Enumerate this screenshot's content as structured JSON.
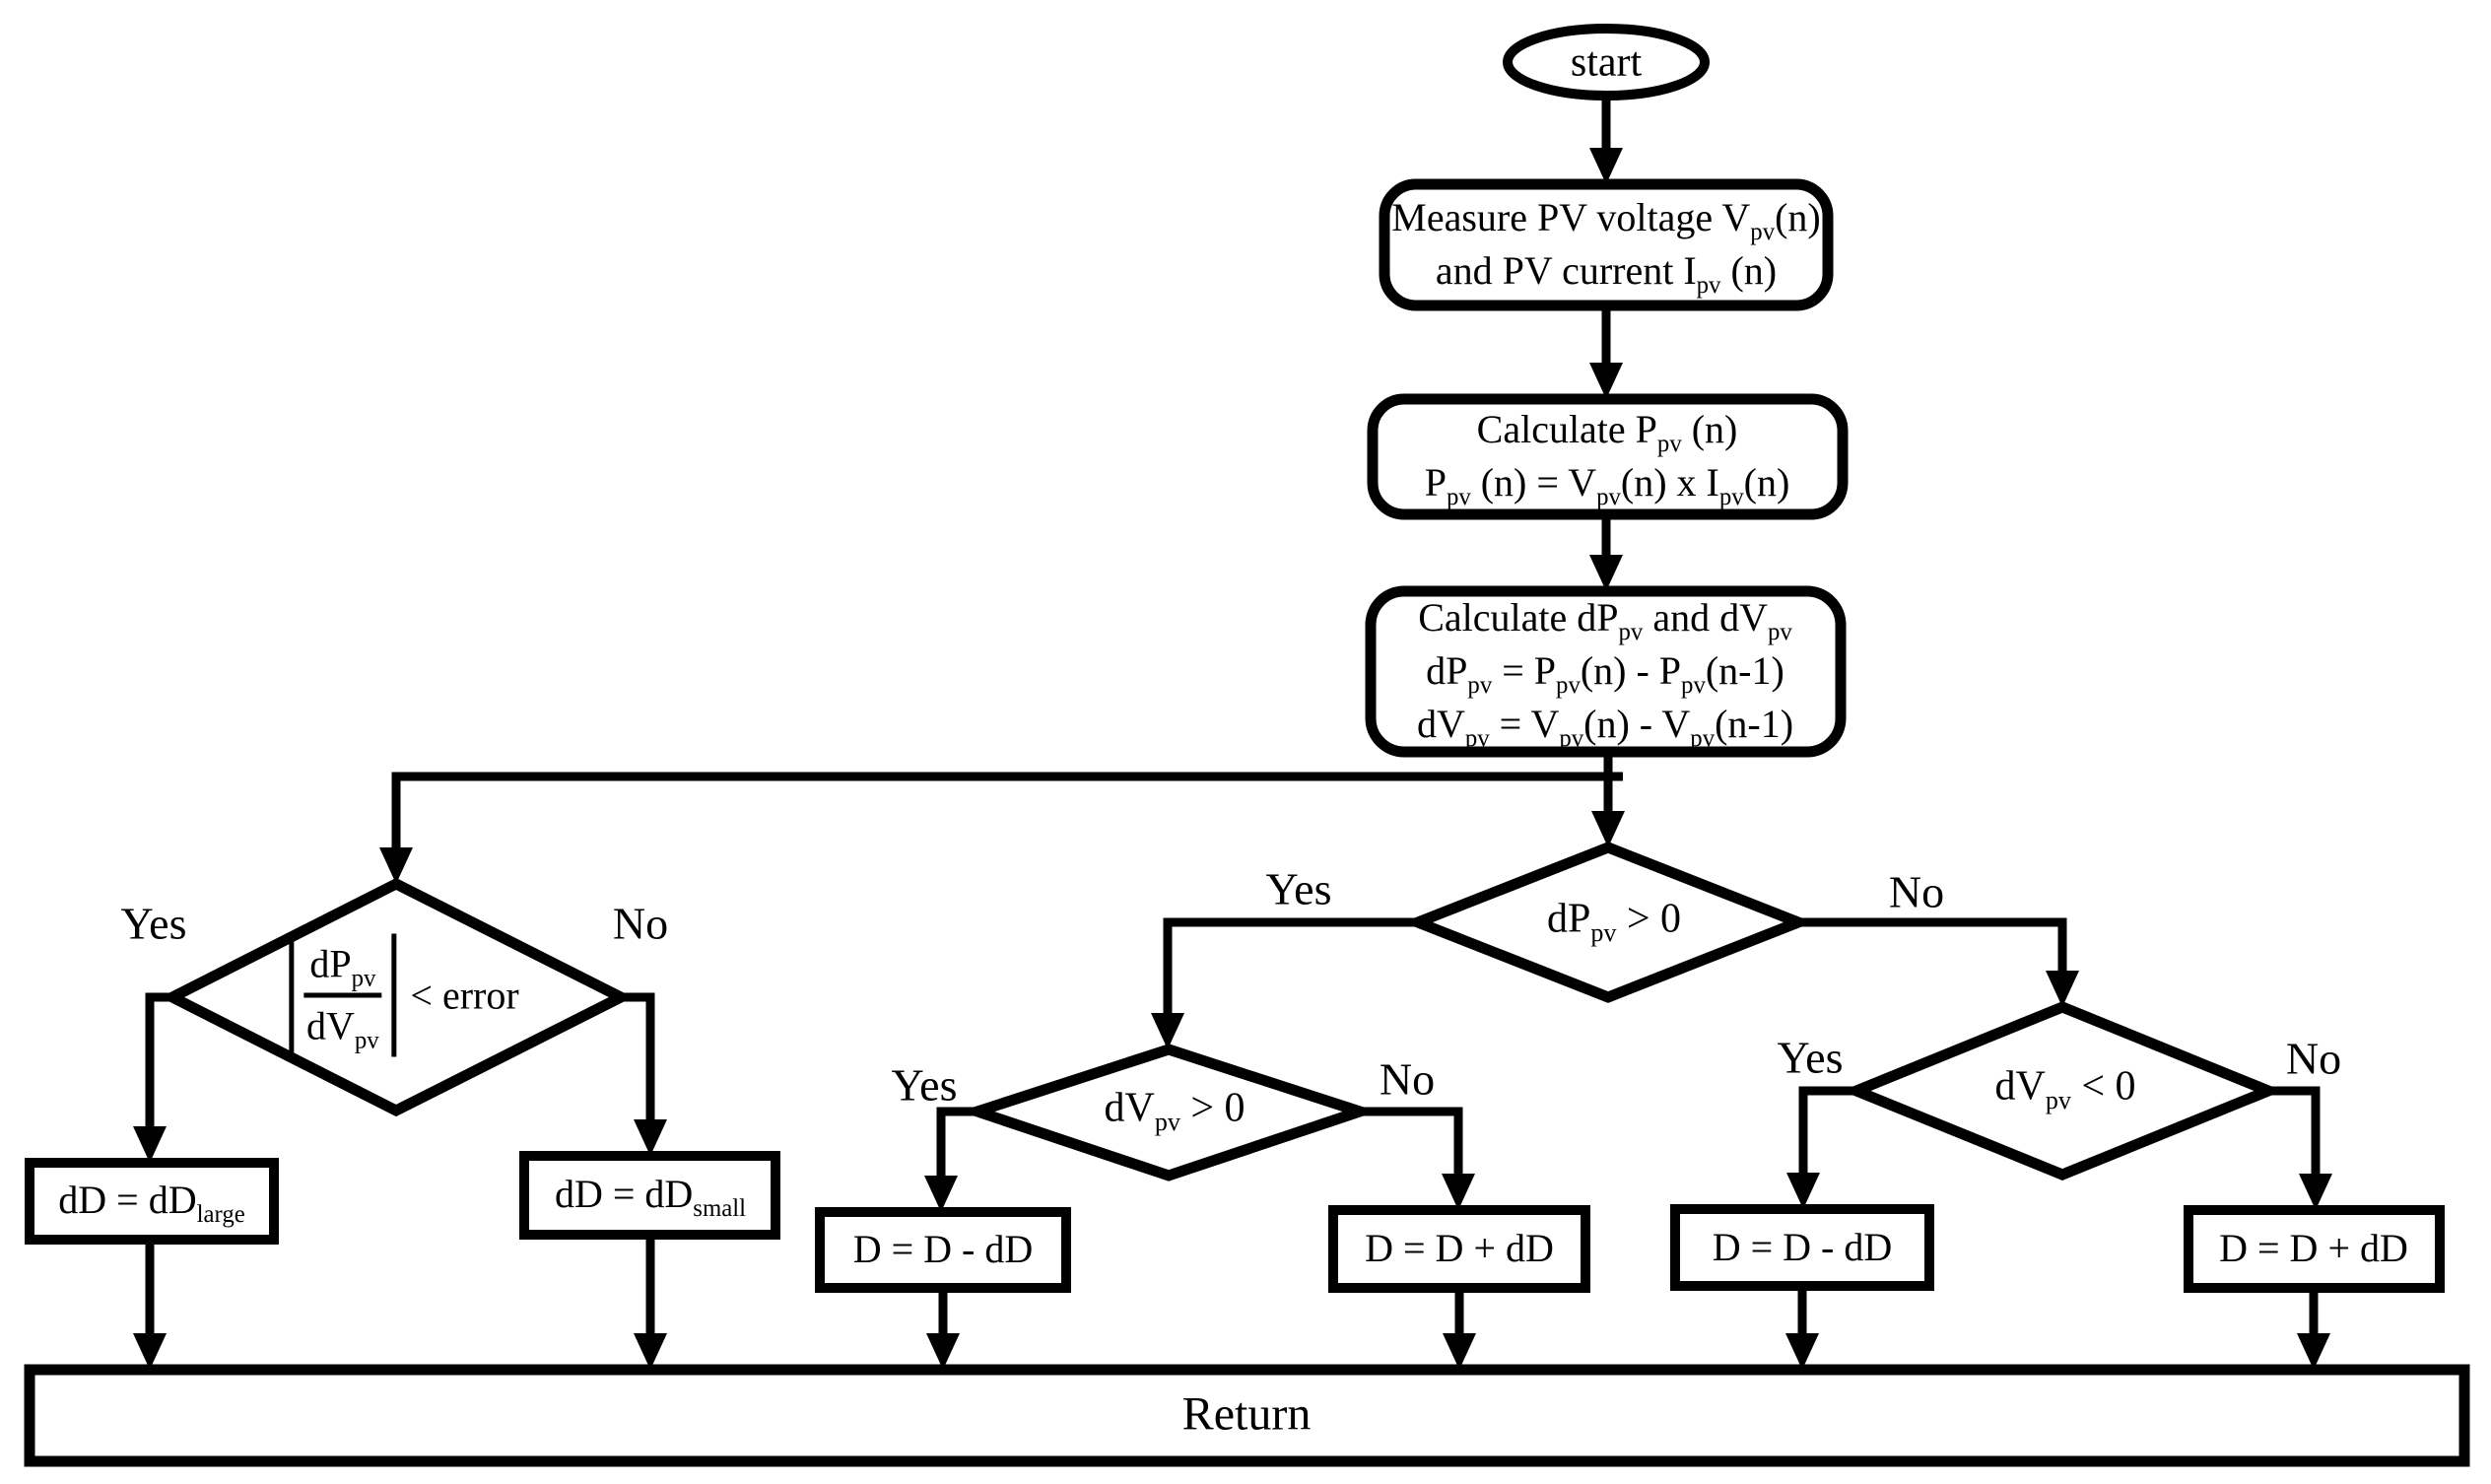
{
  "diagram_type": "flowchart",
  "colors": {
    "stroke": "#000000",
    "background": "#ffffff",
    "text": "#000000"
  },
  "nodes": {
    "start": {
      "label": "start"
    },
    "measure": {
      "lines": [
        "Measure PV voltage V_{pv}(n)",
        "and PV current I_{pv} (n)"
      ]
    },
    "calc_power": {
      "lines": [
        "Calculate P_{pv} (n)",
        "P_{pv} (n) = V_{pv}(n) x I_{pv}(n)"
      ]
    },
    "calc_delta": {
      "lines": [
        "Calculate dP_{pv} and dV_{pv}",
        "dP_{pv} = P_{pv}(n) - P_{pv}(n-1)",
        "dV_{pv} = V_{pv}(n) - V_{pv}(n-1)"
      ]
    },
    "error_check": {
      "numerator": "dP_{pv}",
      "denominator": "dV_{pv}",
      "comparison": "< error"
    },
    "dp_check": {
      "label": "dP_{pv} > 0"
    },
    "dv_pos_check": {
      "label": "dV_{pv} > 0"
    },
    "dv_neg_check": {
      "label": "dV_{pv} < 0"
    },
    "set_large": {
      "label": "dD = dD_{large}"
    },
    "set_small": {
      "label": "dD = dD_{small}"
    },
    "dec_duty_mid": {
      "label": "D = D - dD"
    },
    "inc_duty_mid": {
      "label": "D = D + dD"
    },
    "dec_duty_right": {
      "label": "D = D - dD"
    },
    "inc_duty_right": {
      "label": "D = D + dD"
    },
    "return_node": {
      "label": "Return"
    }
  },
  "branch_labels": {
    "error_yes": "Yes",
    "error_no": "No",
    "dp_yes": "Yes",
    "dp_no": "No",
    "dv_pos_yes": "Yes",
    "dv_pos_no": "No",
    "dv_neg_yes": "Yes",
    "dv_neg_no": "No"
  }
}
